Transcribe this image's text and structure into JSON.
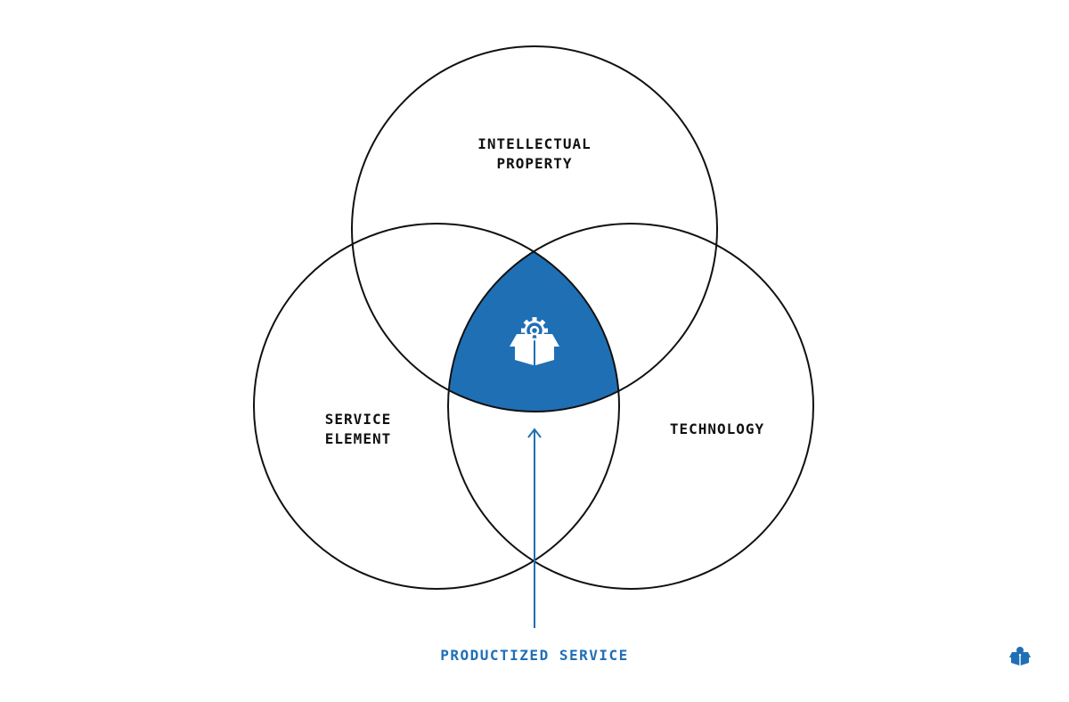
{
  "diagram": {
    "type": "venn",
    "sets": {
      "top": {
        "line1": "INTELLECTUAL",
        "line2": "PROPERTY"
      },
      "left": {
        "line1": "SERVICE",
        "line2": "ELEMENT"
      },
      "right": {
        "line1": "TECHNOLOGY"
      }
    },
    "intersection": {
      "icon": "box-with-gear-icon",
      "label": "PRODUCTIZED SERVICE"
    },
    "corner_logo_icon": "box-with-gear-icon"
  },
  "colors": {
    "accent": "#1f6fb5",
    "outline": "#111111",
    "background": "#ffffff"
  }
}
